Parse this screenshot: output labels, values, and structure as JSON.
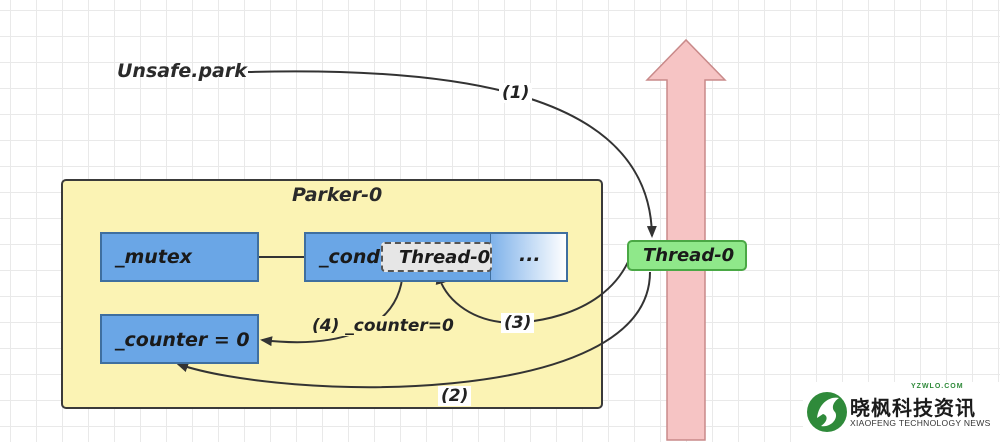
{
  "diagram": {
    "unsafe_park_label": "Unsafe.park",
    "parker_title": "Parker-0",
    "mutex_label": "_mutex",
    "cond_label": "_cond",
    "cond_thread_label": "Thread-0",
    "cond_ellipsis": "...",
    "counter_label": "_counter = 0",
    "thread_label": "Thread-0",
    "steps": {
      "s1": "(1)",
      "s2": "(2)",
      "s3": "(3)",
      "s4": "(4) _counter=0"
    }
  },
  "watermark": {
    "url": "YZWLO.COM",
    "name_cn": "晓枫科技资讯",
    "name_en": "XIAOFENG TECHNOLOGY NEWS"
  },
  "colors": {
    "parker_fill": "#fbf3b4",
    "box_blue": "#6aa6e6",
    "thread_green": "#8fe88a",
    "arrow_pink": "#f6c4c4",
    "logo_green": "#2f8a3a"
  }
}
